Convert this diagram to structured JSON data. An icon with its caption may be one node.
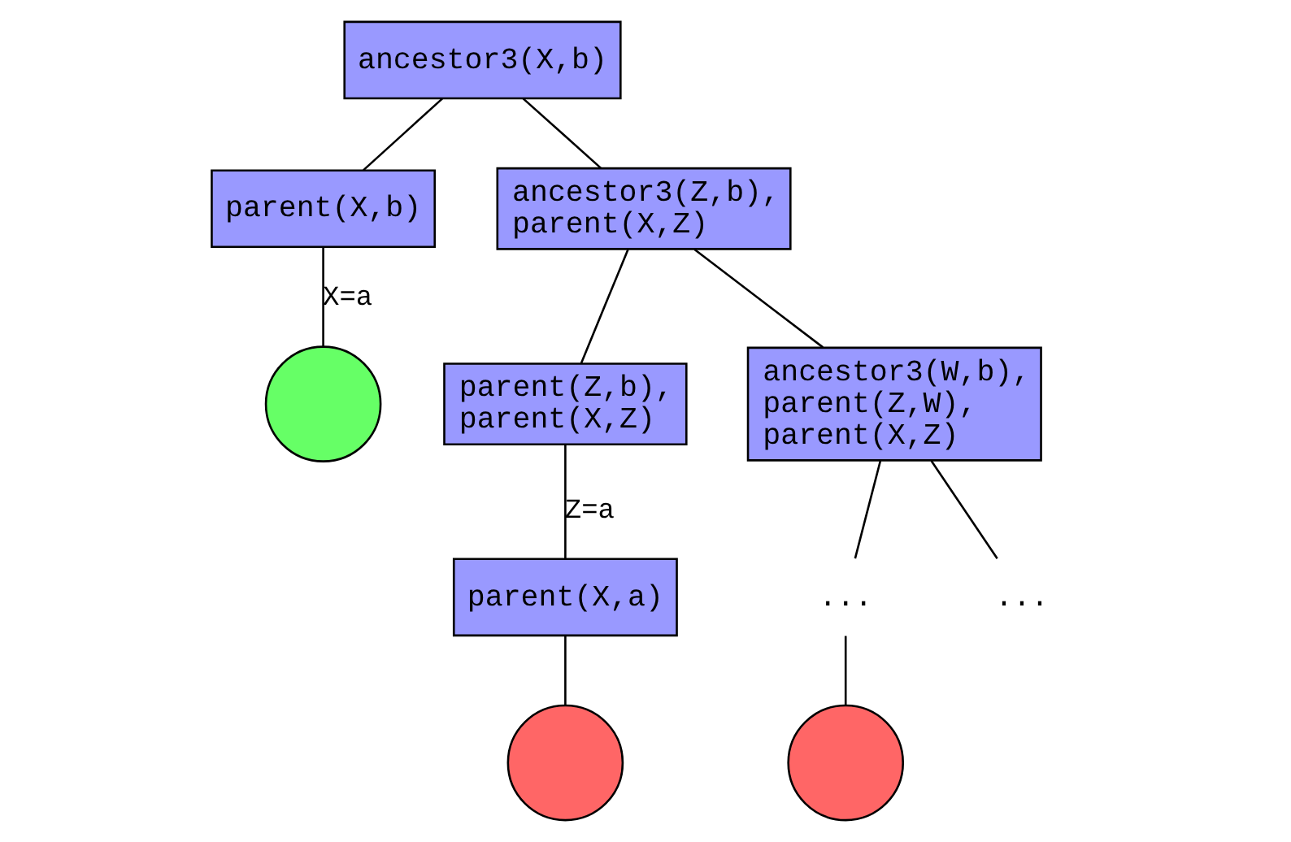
{
  "diagram": {
    "nodes": [
      {
        "text": [
          "ancestor3(X,b)"
        ]
      },
      {
        "text": [
          "parent(X,b)"
        ]
      },
      {
        "text": [
          "ancestor3(Z,b), parent(X,Z)"
        ]
      },
      {
        "text": [],
        "shape": "circle"
      },
      {
        "text": [
          "parent(Z,b), parent(X,Z)"
        ]
      },
      {
        "text": [
          "ancestor3(W,b), parent(Z,W), parent(X,Z)"
        ]
      },
      {
        "text": [
          "parent(X,a)"
        ]
      },
      {
        "text": [
          "..."
        ]
      },
      {
        "text": [
          "..."
        ]
      },
      {
        "text": [],
        "shape": "circle"
      },
      {
        "text": [],
        "shape": "circle"
      }
    ],
    "edges": [
      {
        "from": 0,
        "to": 1,
        "arrow": "none"
      },
      {
        "from": 0,
        "to": 2,
        "arrow": "none"
      },
      {
        "from": 1,
        "to": 3,
        "arrow": "none",
        "label": "X=a"
      },
      {
        "from": 2,
        "to": 4,
        "arrow": "none"
      },
      {
        "from": 2,
        "to": 5,
        "arrow": "none"
      },
      {
        "from": 4,
        "to": 6,
        "arrow": "none",
        "label": "Z=a"
      },
      {
        "from": 5,
        "to": 7,
        "arrow": "none"
      },
      {
        "from": 5,
        "to": 8,
        "arrow": "none"
      },
      {
        "from": 6,
        "to": 9,
        "arrow": "none"
      },
      {
        "from": 7,
        "to": 10,
        "arrow": "none"
      }
    ]
  }
}
